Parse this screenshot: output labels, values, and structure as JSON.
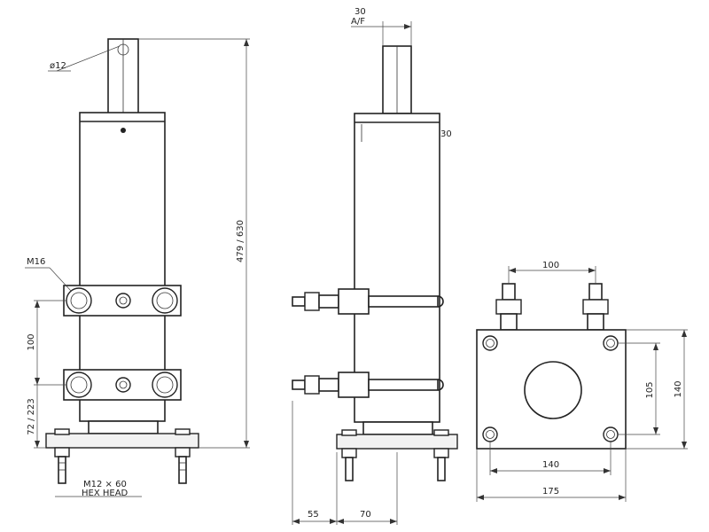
{
  "labels": {
    "diameter": "ø12",
    "height": "479 / 630",
    "thread": "M16",
    "bar_spacing": "100",
    "base_height": "72 / 223",
    "bolt": "M12 × 60",
    "bolt_head": "HEX HEAD",
    "across_flats": "30",
    "across_flats_unit": "A/F",
    "side_mark": "30",
    "offset_a": "55",
    "offset_b": "70",
    "bolt_spacing_top": "100",
    "plate_hole_v": "105",
    "plate_height": "140",
    "plate_hole_h": "140",
    "plate_width": "175"
  }
}
